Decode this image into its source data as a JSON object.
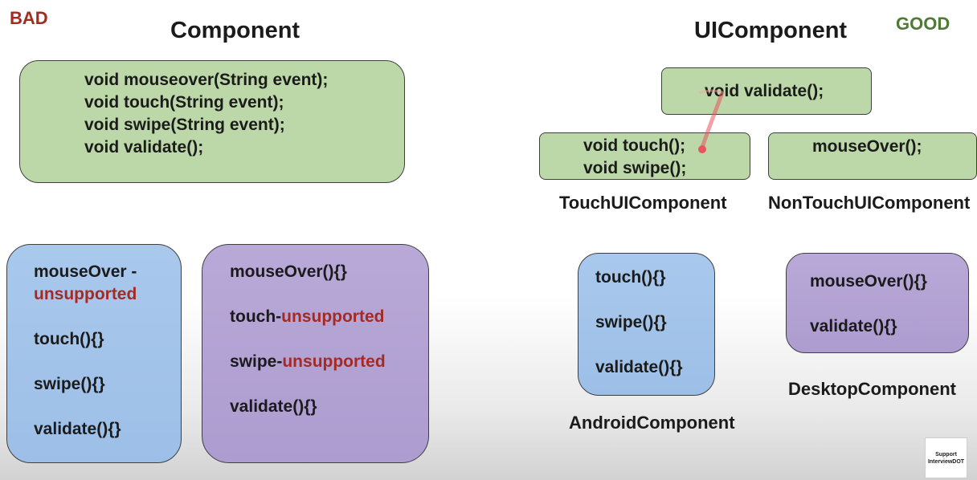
{
  "bad_label": "BAD",
  "good_label": "GOOD",
  "left": {
    "title": "Component",
    "interface_methods": [
      "void mouseover(String event);",
      "void touch(String event);",
      "void swipe(String event);",
      "void validate();"
    ],
    "blue_box": {
      "line1_a": "mouseOver -",
      "line1_b": "unsupported",
      "line2": "touch(){}",
      "line3": "swipe(){}",
      "line4": "validate(){}"
    },
    "purple_box": {
      "line1": "mouseOver(){}",
      "line2_a": "touch-",
      "line2_b": "unsupported",
      "line3_a": "swipe-",
      "line3_b": "unsupported",
      "line4": "validate(){}"
    }
  },
  "right": {
    "title": "UIComponent",
    "validate_method": "void validate();",
    "touch_box": [
      "void touch();",
      "void swipe();"
    ],
    "touch_label": "TouchUIComponent",
    "nontouch_box": "mouseOver();",
    "nontouch_label": "NonTouchUIComponent",
    "android_box": [
      "touch(){}",
      "swipe(){}",
      "validate(){}"
    ],
    "android_label": "AndroidComponent",
    "desktop_box": [
      "mouseOver(){}",
      "validate(){}"
    ],
    "desktop_label": "DesktopComponent"
  },
  "badge": [
    "Support",
    "InterviewDOT"
  ],
  "colors": {
    "bad": "#a52a22",
    "good": "#4f7a34",
    "green_box": "#bcd8a8",
    "blue_box": "#a9c8ec",
    "purple_box": "#b9a9d8",
    "pointer": "#e8545f"
  }
}
